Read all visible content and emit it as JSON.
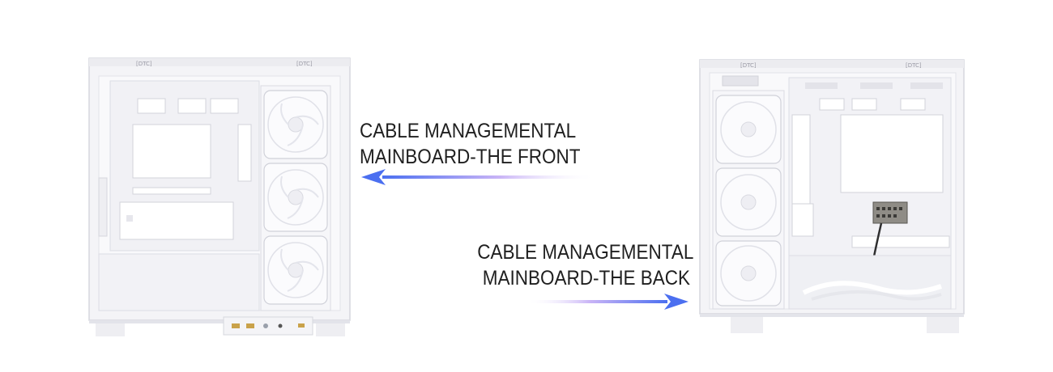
{
  "captions": {
    "front": {
      "line1": "CABLE MANAGEMENTAL",
      "line2": "MAINBOARD-THE FRONT"
    },
    "back": {
      "line1": "CABLE MANAGEMENTAL",
      "line2": "MAINBOARD-THE BACK"
    }
  },
  "colors": {
    "arrow_start": "#d8c8f8",
    "arrow_mid": "#b08cf0",
    "arrow_end": "#4b6ff0",
    "case_white": "#f5f5f8",
    "case_edge": "#d9dae0"
  },
  "images": {
    "front_case": "pc-case-front-view-with-fans",
    "back_case": "pc-case-back-view-with-cables"
  }
}
